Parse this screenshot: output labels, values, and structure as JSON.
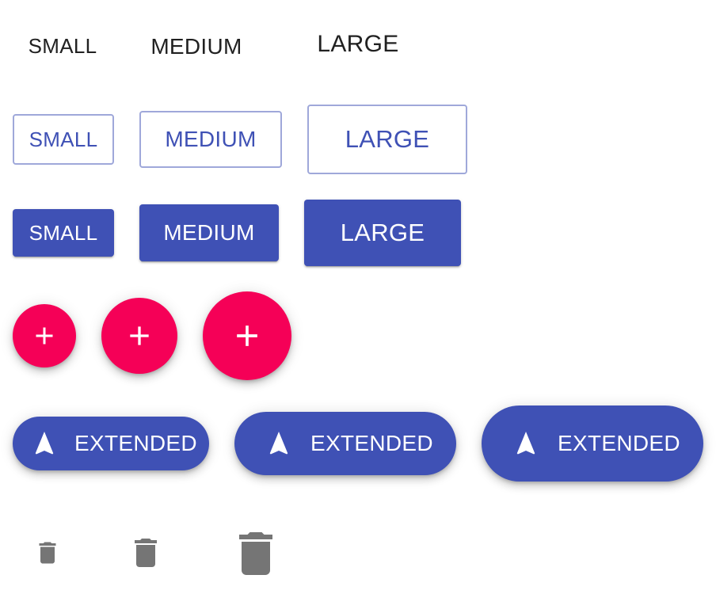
{
  "text_buttons": {
    "small": "SMALL",
    "medium": "MEDIUM",
    "large": "LARGE"
  },
  "outlined_buttons": {
    "small": "SMALL",
    "medium": "MEDIUM",
    "large": "LARGE"
  },
  "contained_buttons": {
    "small": "SMALL",
    "medium": "MEDIUM",
    "large": "LARGE"
  },
  "fabs": {
    "icon": "add-icon"
  },
  "extended_fabs": {
    "icon": "navigation-icon",
    "small": "EXTENDED",
    "medium": "EXTENDED",
    "large": "EXTENDED"
  },
  "icon_buttons": {
    "icon": "delete-icon"
  },
  "colors": {
    "primary": "#3f51b5",
    "primary_light_border": "#9fa8da",
    "secondary": "#f50057",
    "text": "#212121",
    "icon_grey": "#757575"
  }
}
